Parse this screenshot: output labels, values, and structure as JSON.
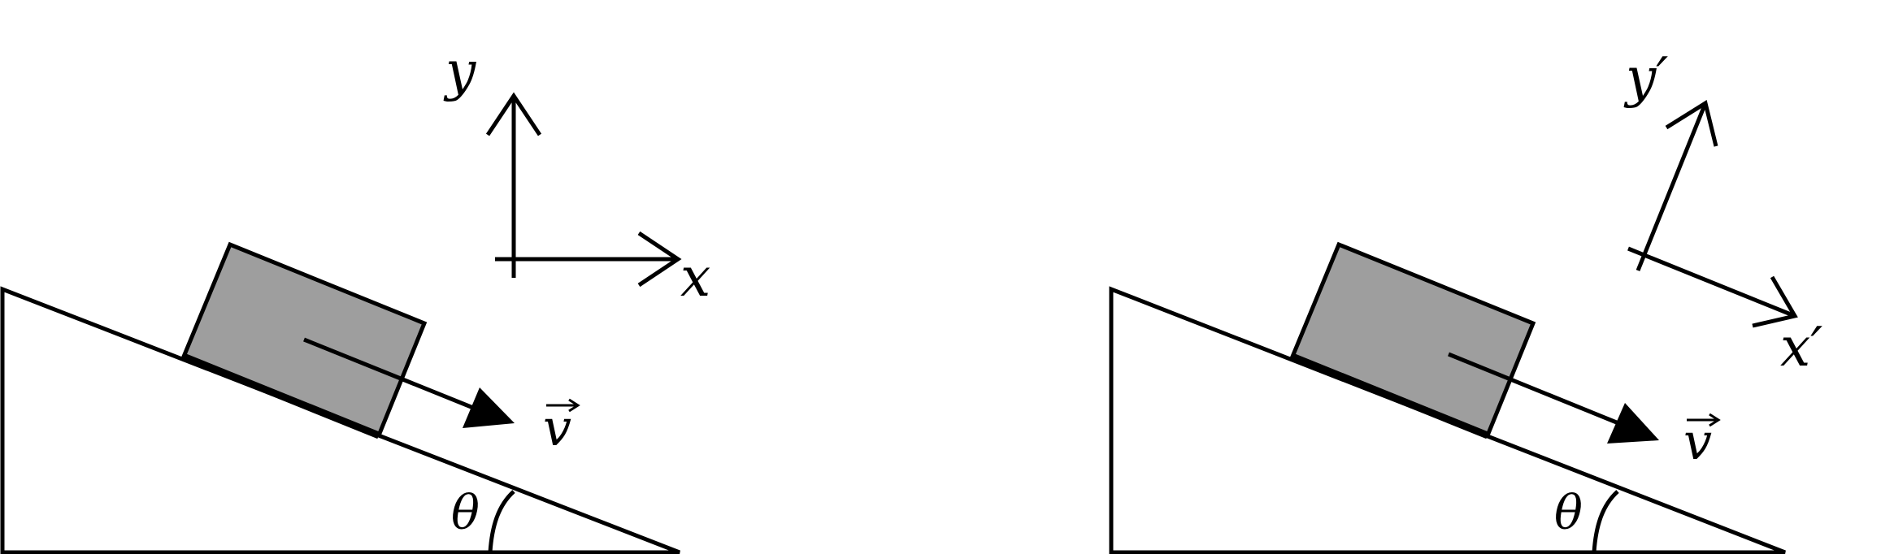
{
  "panels": [
    {
      "id": "standard-axes",
      "axis_labels": {
        "x": "x",
        "y": "y"
      },
      "velocity_label": "v",
      "angle_label": "θ"
    },
    {
      "id": "tilted-axes",
      "axis_labels": {
        "x": "x′",
        "y": "y′"
      },
      "velocity_label": "v",
      "angle_label": "θ"
    }
  ],
  "colors": {
    "block_fill": "#9e9e9e",
    "stroke": "#000000",
    "background": "#ffffff"
  }
}
